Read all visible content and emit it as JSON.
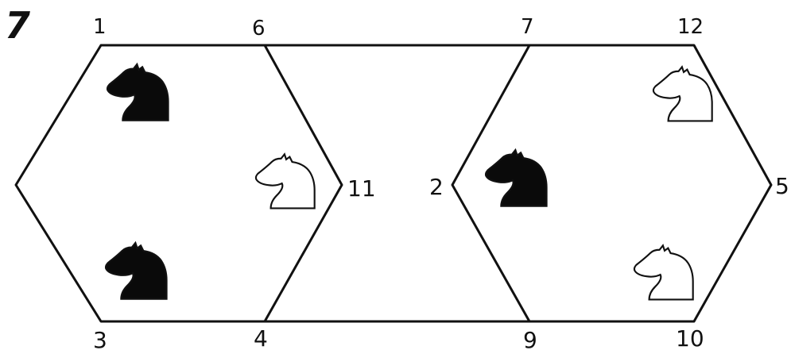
{
  "puzzle_number": "7",
  "vertex_labels": {
    "v1": "1",
    "v2": "2",
    "v3": "3",
    "v4": "4",
    "v5": "5",
    "v6": "6",
    "v7": "7",
    "v9": "9",
    "v10": "10",
    "v11": "11",
    "v12": "12"
  },
  "knights": [
    {
      "name": "black-knight-top-left",
      "color": "black"
    },
    {
      "name": "black-knight-bottom-left",
      "color": "black"
    },
    {
      "name": "white-knight-left-center",
      "color": "white"
    },
    {
      "name": "black-knight-right-center",
      "color": "black"
    },
    {
      "name": "white-knight-top-right",
      "color": "white"
    },
    {
      "name": "white-knight-bottom-right",
      "color": "white"
    }
  ],
  "colors": {
    "line": "#111111",
    "black_piece": "#0a0a0a",
    "white_piece": "#ffffff"
  }
}
